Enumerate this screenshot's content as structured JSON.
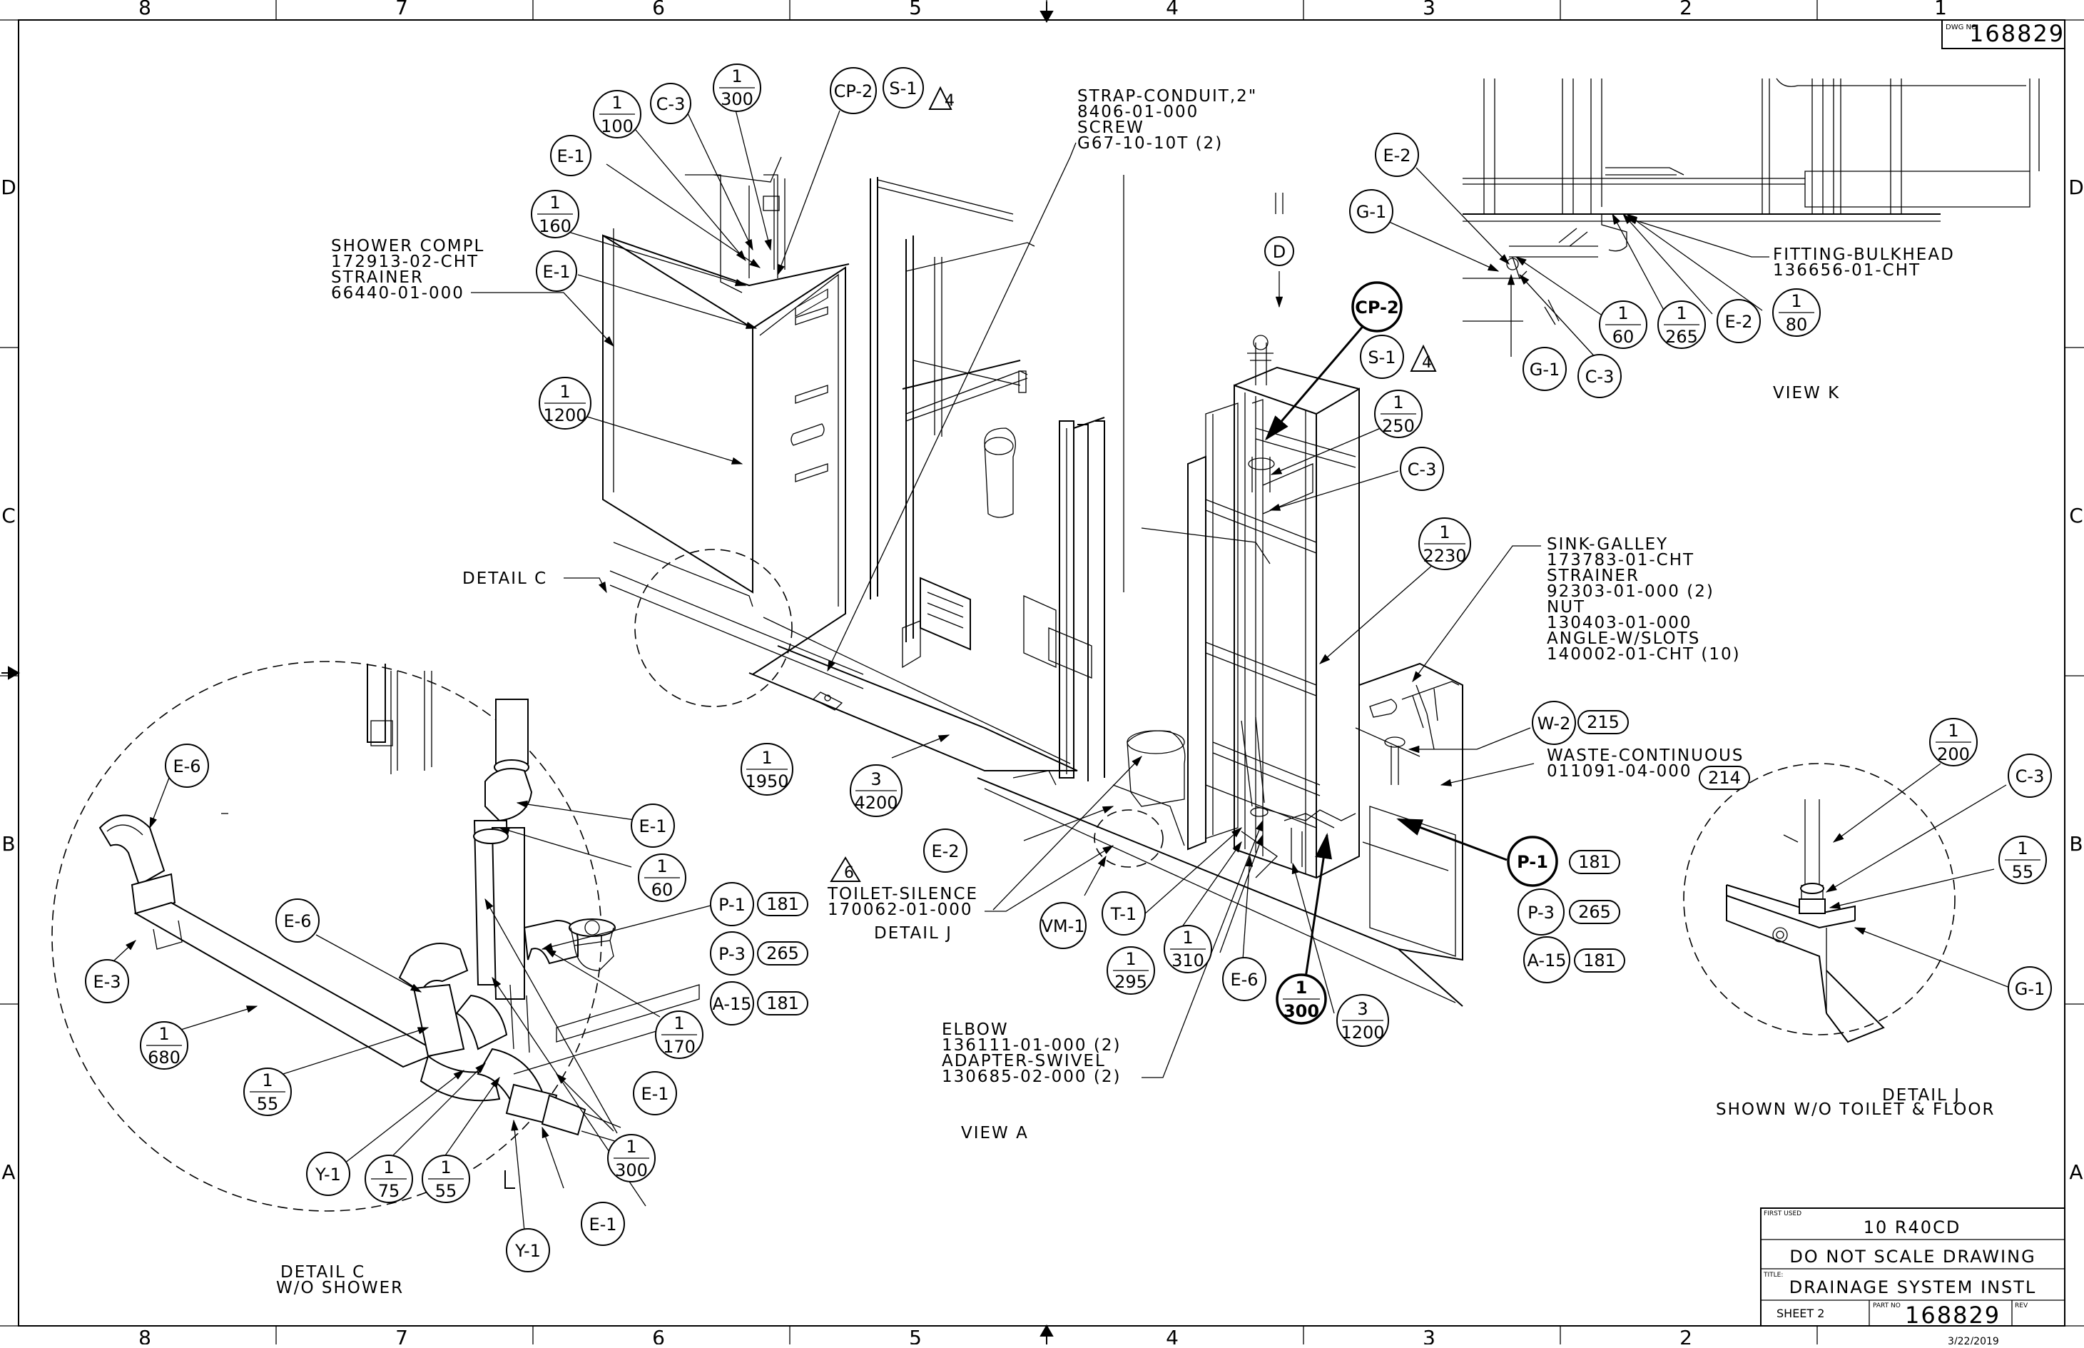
{
  "drawing": {
    "dwg_no_label": "DWG NO",
    "dwg_no": "168829"
  },
  "zones": {
    "columns": [
      "8",
      "7",
      "6",
      "5",
      "4",
      "3",
      "2",
      "1"
    ],
    "rows": [
      "D",
      "C",
      "B",
      "A"
    ]
  },
  "title_block": {
    "first_used_label": "FIRST USED",
    "first_used": "10 R40CD",
    "notice": "DO NOT SCALE DRAWING",
    "title_label": "TITLE:",
    "title": "DRAINAGE SYSTEM INSTL",
    "sheet": "SHEET 2",
    "part_no_label": "PART NO",
    "part_no": "168829",
    "rev_label": "REV",
    "date": "3/22/2019"
  },
  "view_labels": {
    "view_a": "VIEW A",
    "view_k": "VIEW K",
    "detail_c_title": "DETAIL C",
    "detail_c_sub": "W/O SHOWER",
    "detail_j_title": "DETAIL J",
    "detail_j_sub": "SHOWN W/O TOILET & FLOOR",
    "detail_c_callout": "DETAIL C",
    "detail_j_callout": "DETAIL J",
    "view_d_marker": "D"
  },
  "notes": {
    "strap": [
      "STRAP-CONDUIT,2\"",
      "8406-01-000",
      "SCREW",
      "G67-10-10T (2)"
    ],
    "shower": [
      "SHOWER COMPL",
      "172913-02-CHT",
      "STRAINER",
      "66440-01-000"
    ],
    "bulkhead": [
      "FITTING-BULKHEAD",
      "136656-01-CHT"
    ],
    "sink": [
      "SINK-GALLEY",
      "173783-01-CHT",
      "STRAINER",
      "92303-01-000 (2)",
      "NUT",
      "130403-01-000",
      "ANGLE-W/SLOTS",
      "140002-01-CHT (10)"
    ],
    "waste": [
      "WASTE-CONTINUOUS",
      "011091-04-000"
    ],
    "toilet": [
      "TOILET-SILENCE",
      "170062-01-000"
    ],
    "elbow": [
      "ELBOW",
      "136111-01-000 (2)",
      "ADAPTER-SWIVEL",
      "130685-02-000 (2)"
    ]
  },
  "bubbles": {
    "cp2": "CP-2",
    "s1": "S-1",
    "tri4": "4",
    "tri6": "6",
    "c3": "C-3",
    "e1": "E-1",
    "e2": "E-2",
    "e3": "E-3",
    "e6": "E-6",
    "g1": "G-1",
    "y1": "Y-1",
    "p1": "P-1",
    "p3": "P-3",
    "a15": "A-15",
    "w2": "W-2",
    "t1": "T-1",
    "vm1": "VM-1",
    "one": "1",
    "three": "3",
    "d100": "100",
    "d300": "300",
    "d160": "160",
    "d1200": "1200",
    "d1950": "1950",
    "d4200": "4200",
    "d60": "60",
    "d265": "265",
    "d80": "80",
    "d250": "250",
    "d2230": "2230",
    "d200": "200",
    "d55": "55",
    "d310": "310",
    "d295": "295",
    "d680": "680",
    "d170": "170",
    "d75": "75"
  },
  "pills": {
    "p181": "181",
    "p265": "265",
    "p215": "215",
    "p214": "214"
  }
}
